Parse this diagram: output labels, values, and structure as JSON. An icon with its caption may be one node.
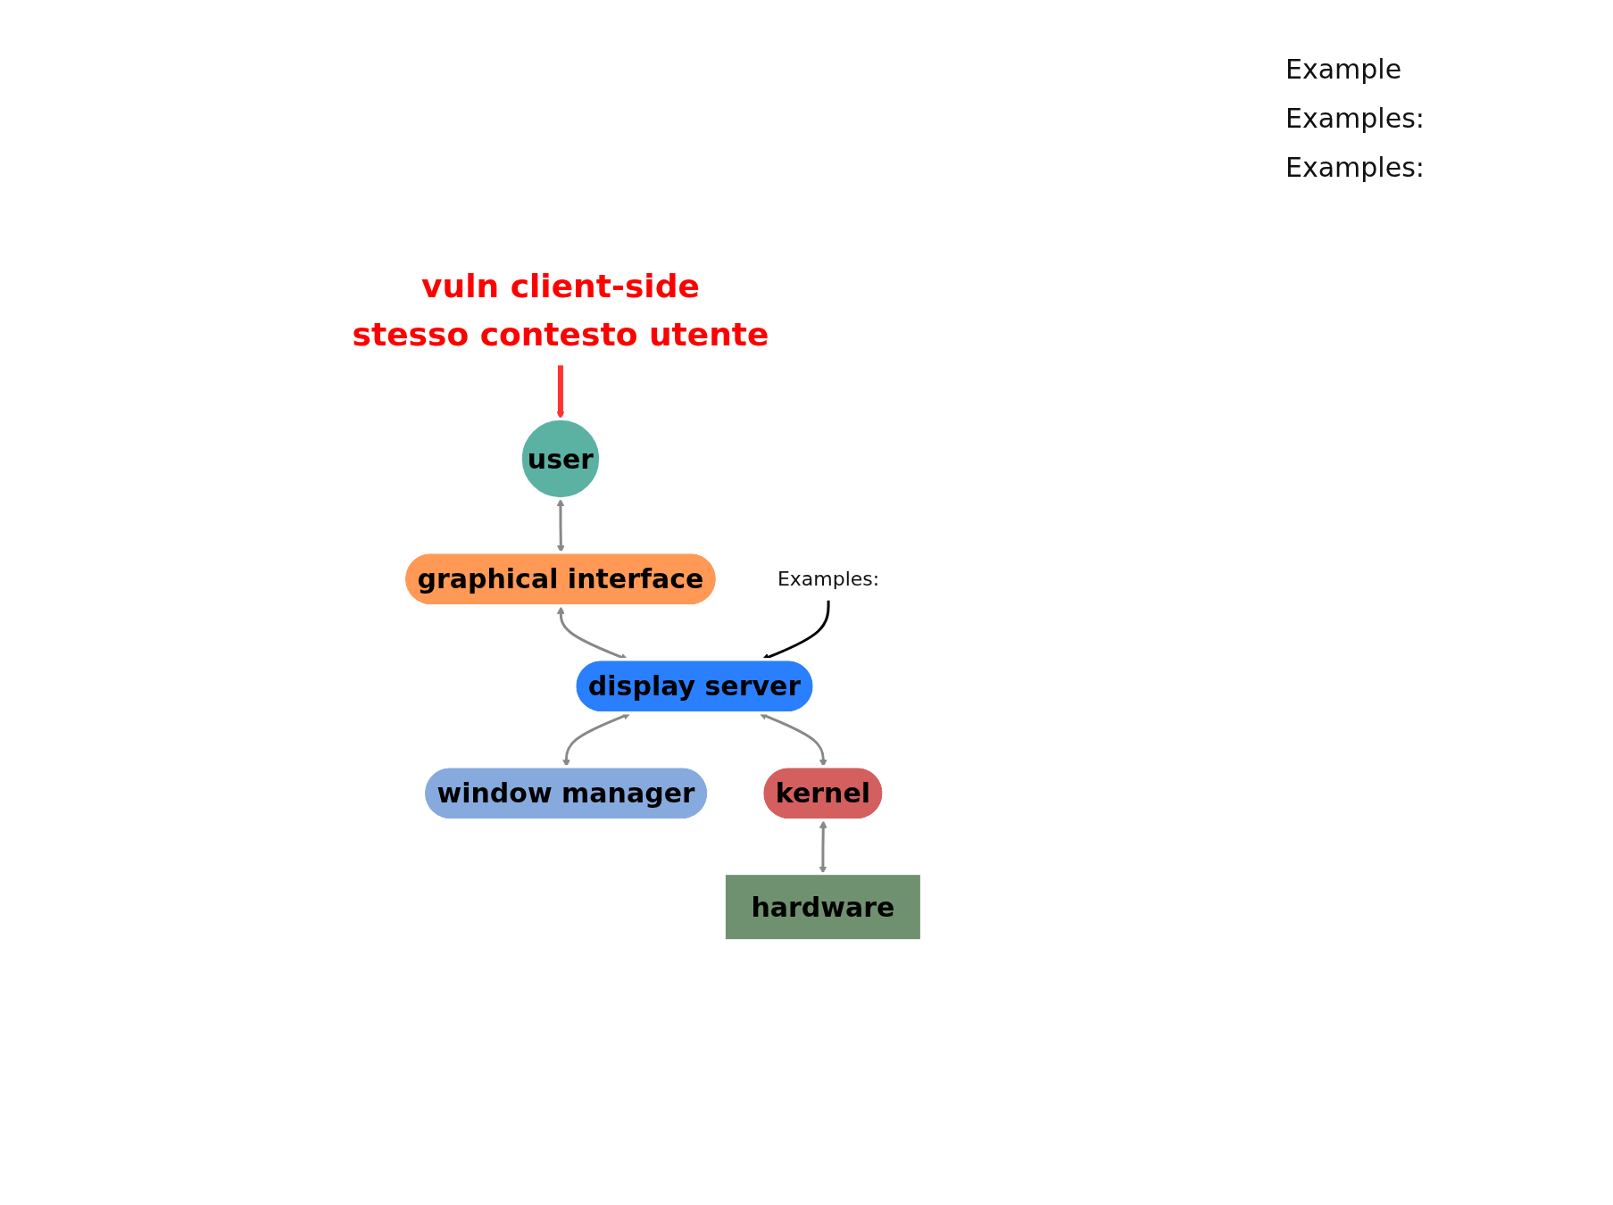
{
  "diagram": {
    "nodes": [
      {
        "text": [
          "user"
        ]
      },
      {
        "text": [
          "vuln client-side",
          "stesso contesto utente"
        ]
      },
      {
        "text": [
          "graphical interface"
        ]
      },
      {
        "text": [
          "display server"
        ]
      },
      {
        "text": [
          "window manager"
        ]
      },
      {
        "text": [
          "Examples:"
        ]
      },
      {
        "text": [
          "kernel"
        ]
      },
      {
        "text": [
          "hardware"
        ]
      }
    ],
    "edges": [
      {
        "from": 1,
        "to": 0,
        "arrow": "to",
        "style": "thick",
        "color": "#ff3333"
      },
      {
        "from": 0,
        "to": 2,
        "arrow": "both"
      },
      {
        "from": 2,
        "to": 3,
        "arrow": "both"
      },
      {
        "from": 3,
        "to": 4,
        "arrow": "both"
      },
      {
        "from": 5,
        "to": 3,
        "arrow": "to",
        "color": "#000000"
      },
      {
        "from": 3,
        "to": 6,
        "arrow": "both"
      },
      {
        "from": 6,
        "to": 7,
        "arrow": "both"
      }
    ],
    "labels": [
      "Example",
      "Examples:",
      "Examples:"
    ]
  }
}
